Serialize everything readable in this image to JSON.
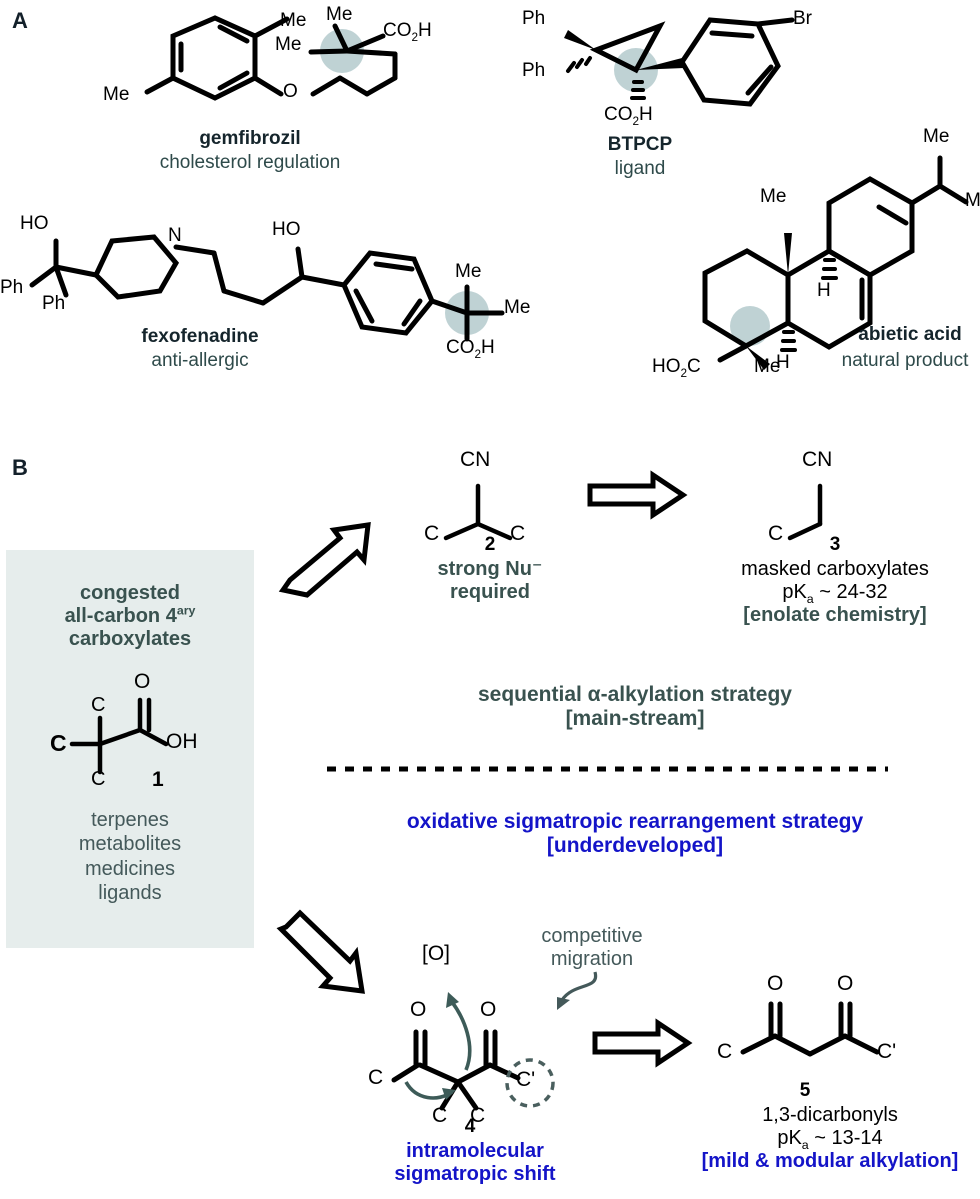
{
  "figure": {
    "panels": [
      {
        "letter": "A"
      },
      {
        "letter": "B"
      }
    ]
  },
  "panelA": {
    "letter": "A",
    "molecules": [
      {
        "id": "gemfibrozil",
        "name": "gemfibrozil",
        "subtitle": "cholesterol regulation",
        "atom_labels": [
          "Me",
          "Me",
          "Me",
          "Me",
          "O",
          "CO2H"
        ],
        "formula_label": "CO2H",
        "highlight": "quaternary-carbon"
      },
      {
        "id": "btpcp",
        "name": "BTPCP",
        "subtitle": "ligand",
        "atom_labels": [
          "Ph",
          "Ph",
          "Br",
          "CO2H"
        ],
        "highlight": "quaternary-carbon"
      },
      {
        "id": "fexofenadine",
        "name": "fexofenadine",
        "subtitle": "anti-allergic",
        "atom_labels": [
          "HO",
          "Ph",
          "Ph",
          "N",
          "HO",
          "Me",
          "Me",
          "CO2H"
        ],
        "highlight": "quaternary-carbon"
      },
      {
        "id": "abietic-acid",
        "name": "abietic acid",
        "subtitle": "natural product",
        "atom_labels": [
          "Me",
          "Me",
          "Me",
          "H",
          "H",
          "HO2C",
          "Me"
        ],
        "highlight": "quaternary-carbon"
      }
    ]
  },
  "panelB": {
    "letter": "B",
    "source_box": {
      "title_lines": [
        "congested",
        "all-carbon 4",
        "carboxylates"
      ],
      "title_superscript": "ary",
      "structure": {
        "compound_number": "1",
        "atoms": [
          "O",
          "C",
          "C",
          "C",
          "OH"
        ]
      },
      "list": [
        "terpenes",
        "metabolites",
        "medicines",
        "ligands"
      ]
    },
    "top_route": {
      "intermediate": {
        "compound_number": "2",
        "atoms": [
          "CN",
          "C",
          "C"
        ],
        "charge": "–",
        "caption_lines": [
          "strong Nu⁻",
          "required"
        ]
      },
      "product": {
        "compound_number": "3",
        "atoms": [
          "CN",
          "C"
        ],
        "caption_lines": [
          "masked carboxylates"
        ],
        "pka_prefix": "pK",
        "pka_sub": "a",
        "pka_value": " ~ 24-32",
        "bracket": "[enolate chemistry]"
      },
      "strategy_lines": [
        "sequential α-alkylation strategy",
        "[main-stream]"
      ]
    },
    "divider": "dashed",
    "bottom_heading_lines": [
      "oxidative sigmatropic rearrangement strategy",
      "[underdeveloped]"
    ],
    "bottom_route": {
      "intermediate": {
        "compound_number": "4",
        "atoms": [
          "[O]",
          "O",
          "O",
          "C",
          "C",
          "C",
          "C'"
        ],
        "annotation_lines": [
          "competitive",
          "migration"
        ],
        "caption_lines": [
          "intramolecular",
          "sigmatropic shift"
        ]
      },
      "product": {
        "compound_number": "5",
        "atoms": [
          "O",
          "O",
          "C",
          "C'"
        ],
        "caption_lines": [
          "1,3-dicarbonyls"
        ],
        "pka_prefix": "pK",
        "pka_sub": "a",
        "pka_value": " ~ 13-14",
        "bracket": "[mild & modular alkylation]"
      }
    }
  },
  "colors": {
    "teal_text": "#39524f",
    "blue_text": "#1414c8",
    "grey_box": "#e6edec",
    "highlight_circle": "#bfd2d4",
    "bond_black": "#000000",
    "arrow_teal": "#3d5b58"
  }
}
